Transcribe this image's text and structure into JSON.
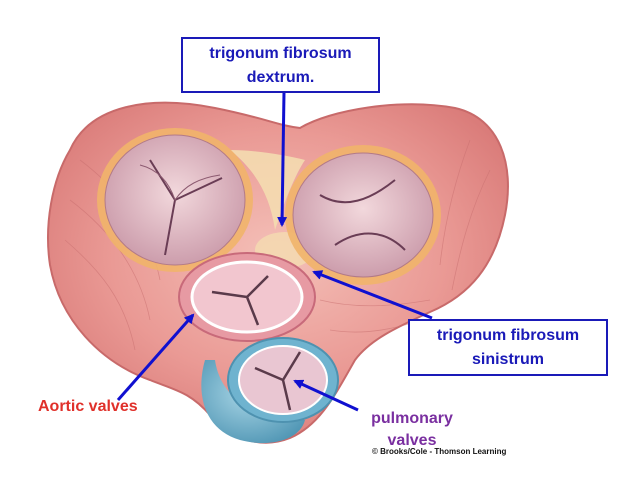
{
  "labels": {
    "right_trigone": {
      "line1": "trigonum fibrosum",
      "line2": "dextrum."
    },
    "left_trigone": {
      "line1": "trigonum fibrosum",
      "line2": "sinistrum"
    },
    "aortic": "Aortic valves",
    "pulmonary": {
      "line1": "pulmonary",
      "line2": "valves"
    }
  },
  "credit": "© Brooks/Cole - Thomson Learning",
  "colors": {
    "label_blue": "#1a1ab8",
    "arrow_blue": "#1010d0",
    "aortic_red": "#e0302a",
    "pulmonary_purple": "#7a2fa0",
    "tissue_pink": "#e88c8c",
    "trigone_cream": "#f4dcb0",
    "pulmonary_blue": "#6fb3cf"
  }
}
